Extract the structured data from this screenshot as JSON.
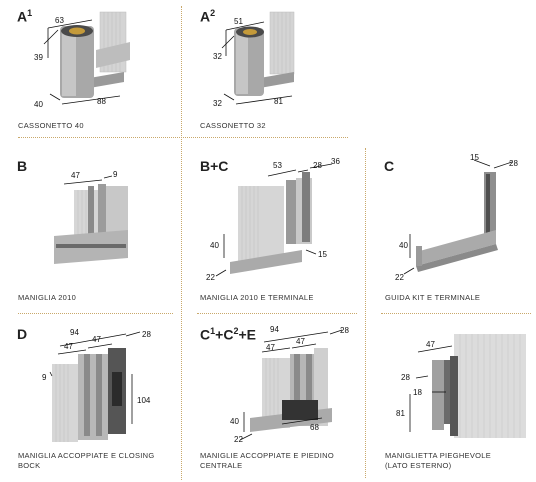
{
  "accent": "#c9a86a",
  "cells": {
    "a1": {
      "letter": "A",
      "sup": "1",
      "caption": "CASSONETTO 40",
      "dims": [
        "63",
        "39",
        "40",
        "88"
      ]
    },
    "a2": {
      "letter": "A",
      "sup": "2",
      "caption": "CASSONETTO 32",
      "dims": [
        "51",
        "32",
        "32",
        "81"
      ]
    },
    "b": {
      "letter": "B",
      "caption": "MANIGLIA 2010",
      "dims": [
        "47",
        "9"
      ]
    },
    "bc": {
      "letter": "B+C",
      "caption": "MANIGLIA 2010 E TERMINALE",
      "dims": [
        "53",
        "28",
        "36",
        "40",
        "22",
        "15"
      ]
    },
    "c": {
      "letter": "C",
      "caption": "GUIDA KIT E TERMINALE",
      "dims": [
        "15",
        "28",
        "40",
        "22"
      ]
    },
    "d": {
      "letter": "D",
      "caption_line1": "MANIGLIA ACCOPPIATE E CLOSING",
      "caption_line2": "BOCK",
      "dims": [
        "94",
        "28",
        "47",
        "47",
        "9",
        "104"
      ]
    },
    "ce": {
      "letter": "C",
      "sup1": "1",
      "mid": "+C",
      "sup2": "2",
      "end": "+E",
      "caption_line1": "MANIGLIE ACCOPPIATE E PIEDINO",
      "caption_line2": "CENTRALE",
      "dims": [
        "94",
        "28",
        "47",
        "47",
        "40",
        "22",
        "68"
      ]
    },
    "mp": {
      "caption_line1": "MANIGLIETTA PIEGHEVOLE",
      "caption_line2": "(LATO ESTERNO)",
      "dims": [
        "47",
        "28",
        "18",
        "81"
      ]
    }
  }
}
